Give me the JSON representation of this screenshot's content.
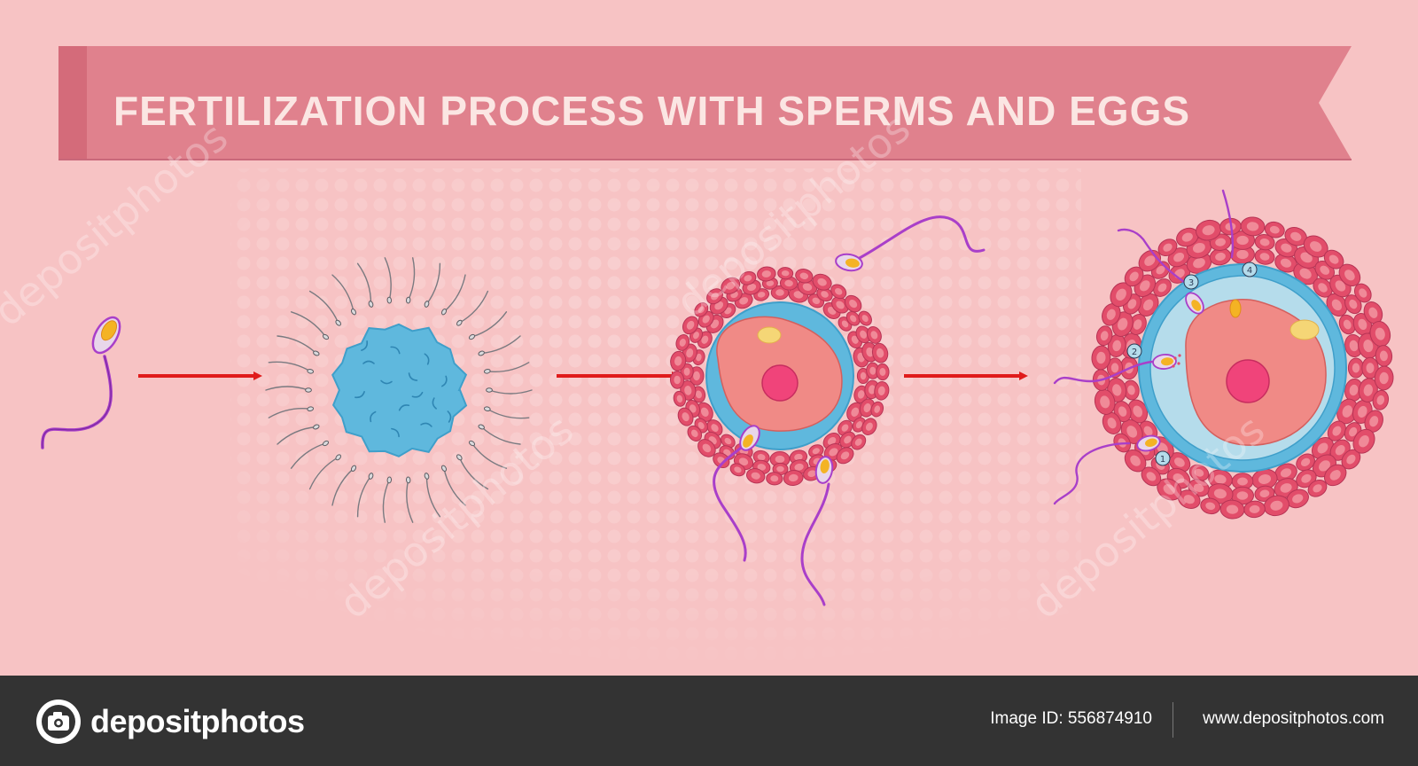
{
  "title": "FERTILIZATION PROCESS WITH SPERMS AND EGGS",
  "colors": {
    "background": "#f7c3c4",
    "banner": "#e0818d",
    "banner_dark": "#d46b7a",
    "banner_text": "#fbe6e3",
    "arrow": "#e01b1b",
    "cell": "#e24d6a",
    "egg_layer": "#5fb8dd",
    "egg_cytoplasm": "#f08a86",
    "nucleus": "#f0447a",
    "sperm_tail": "#a93fc9",
    "footer": "#333333"
  },
  "stage4_labels": [
    "1",
    "2",
    "3",
    "4"
  ],
  "watermark": {
    "text": "depositphotos",
    "brand": "depositphotos",
    "image_id": "Image ID: 556874910",
    "url": "www.depositphotos.com"
  }
}
